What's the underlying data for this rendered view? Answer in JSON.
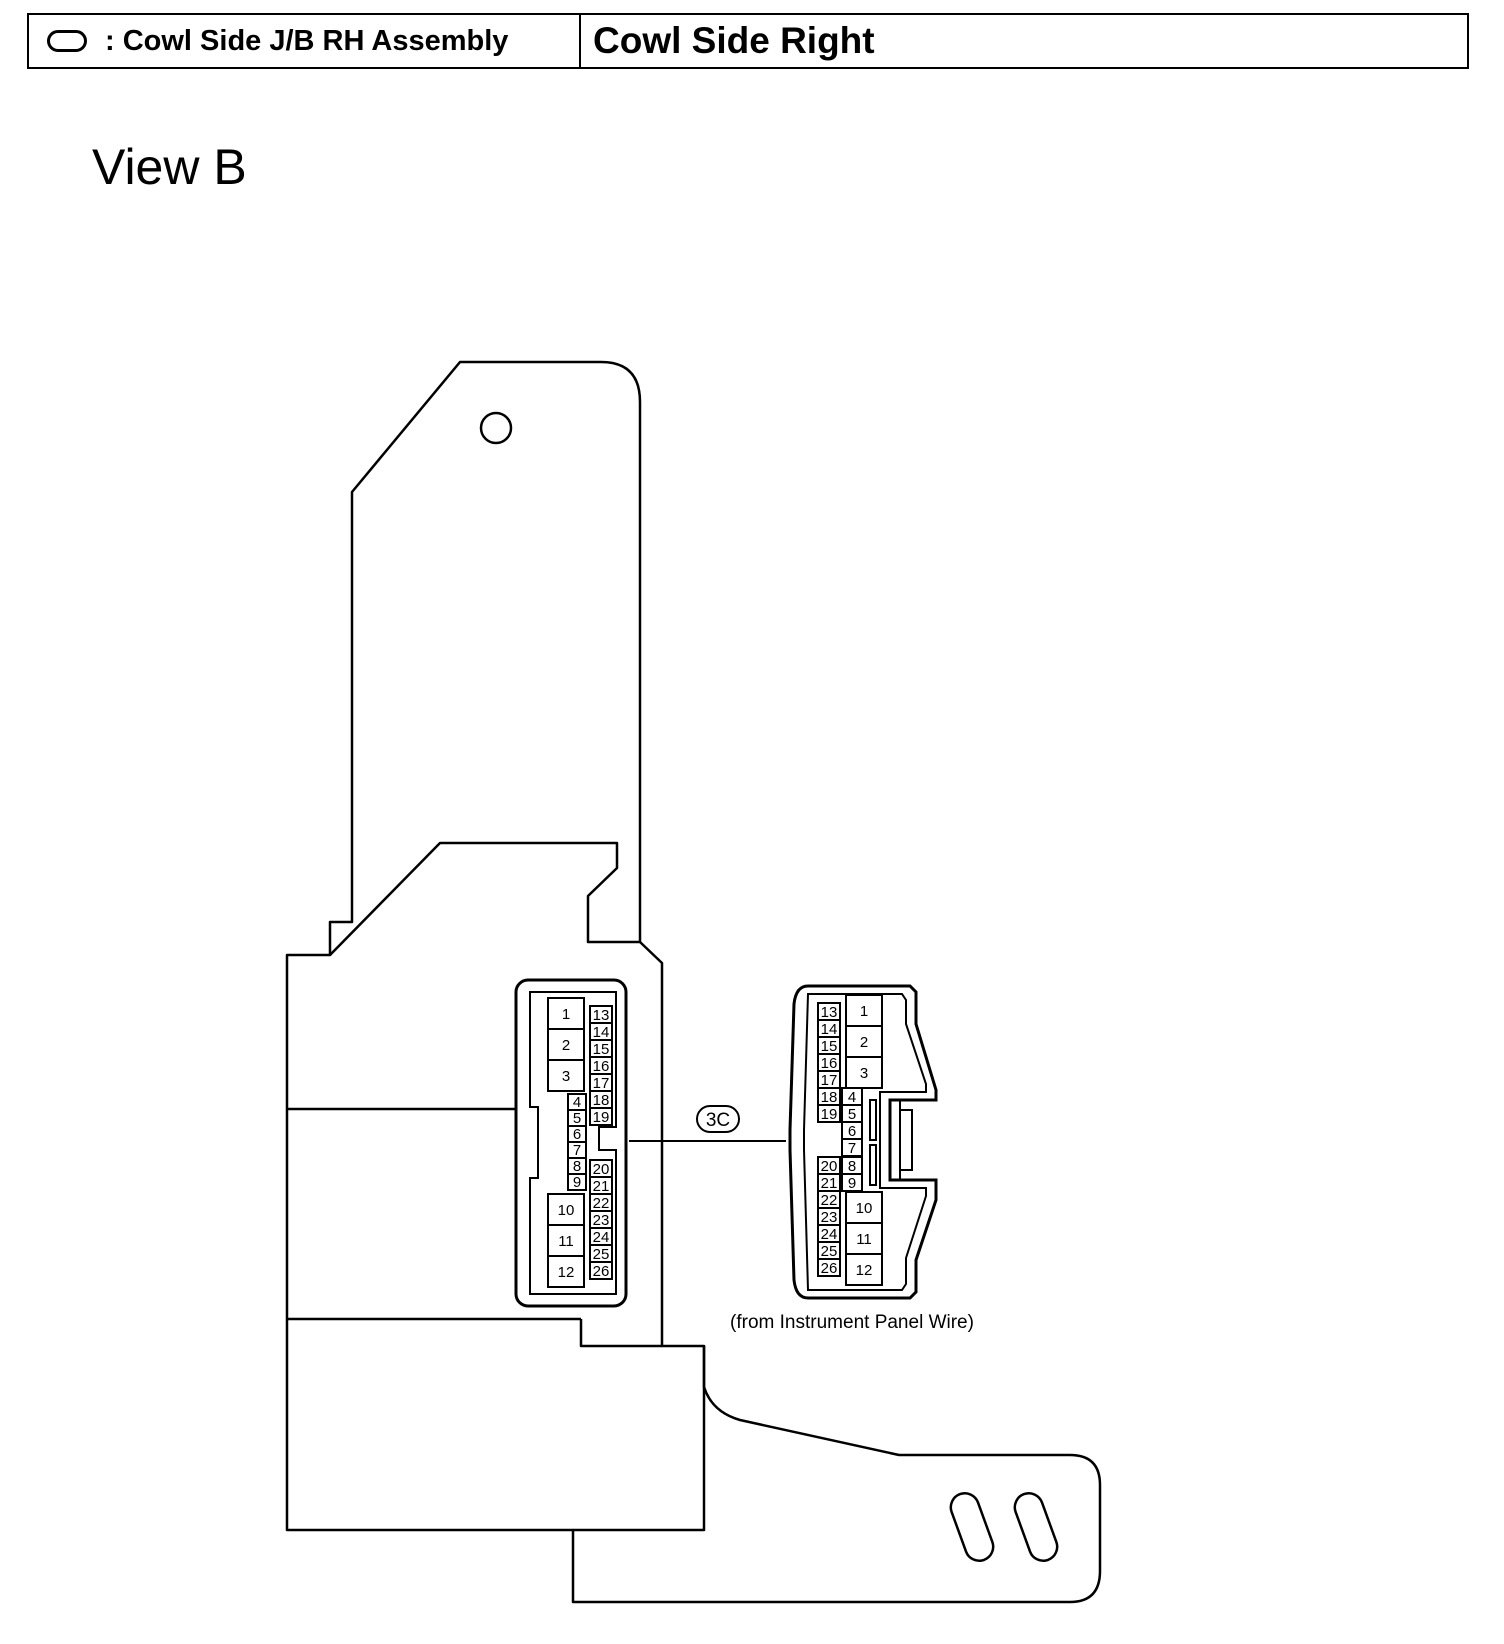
{
  "header": {
    "symbol_icon": "rounded-rect-location-icon",
    "location_label": ": Cowl Side J/B RH Assembly",
    "location_title": "Cowl Side Right"
  },
  "view_title": "View B",
  "connector": {
    "code": "3C",
    "caption": "(from Instrument Panel Wire)"
  },
  "pins": {
    "p1": "1",
    "p2": "2",
    "p3": "3",
    "p4": "4",
    "p5": "5",
    "p6": "6",
    "p7": "7",
    "p8": "8",
    "p9": "9",
    "p10": "10",
    "p11": "11",
    "p12": "12",
    "p13": "13",
    "p14": "14",
    "p15": "15",
    "p16": "16",
    "p17": "17",
    "p18": "18",
    "p19": "19",
    "p20": "20",
    "p21": "21",
    "p22": "22",
    "p23": "23",
    "p24": "24",
    "p25": "25",
    "p26": "26"
  }
}
